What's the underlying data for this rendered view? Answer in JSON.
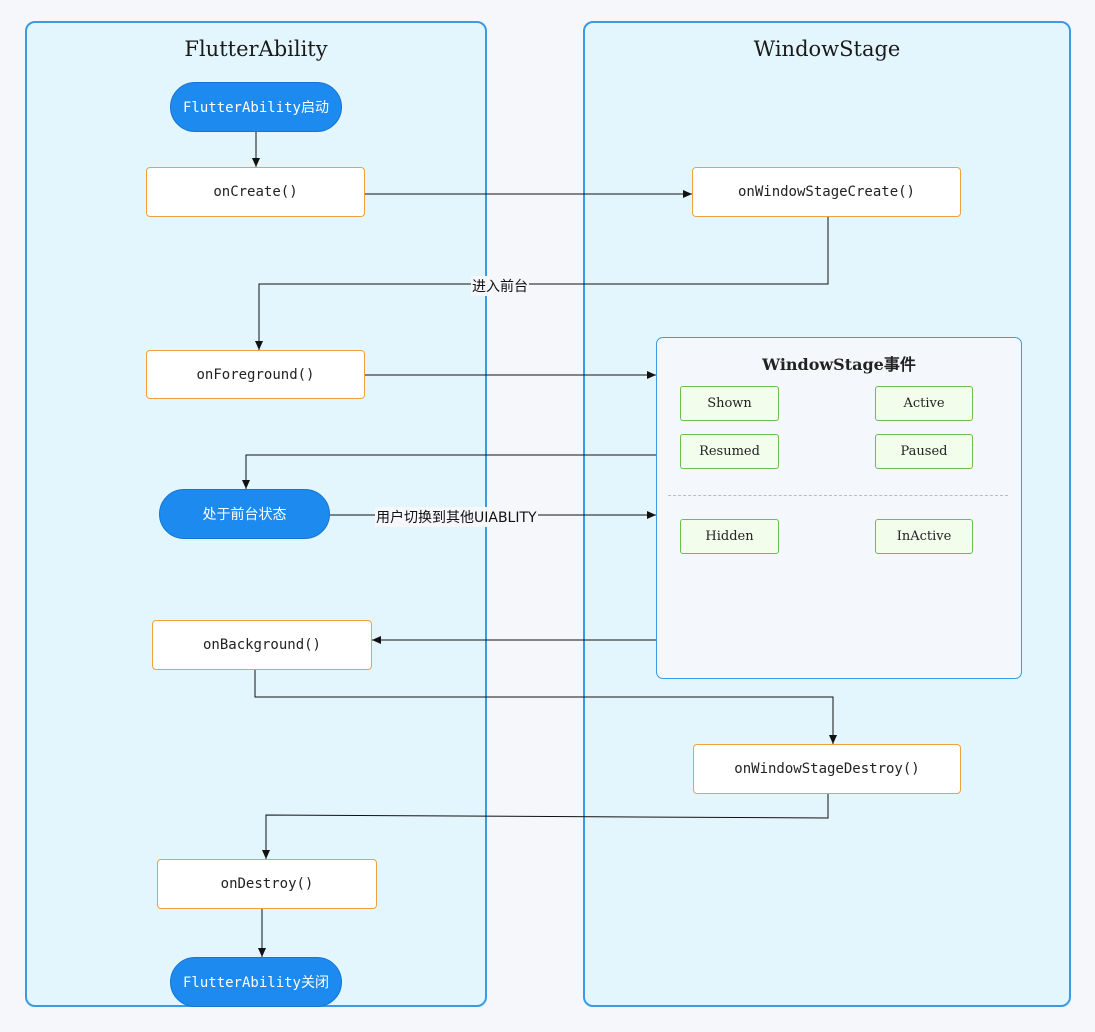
{
  "lanes": {
    "left_title": "FlutterAbility",
    "right_title": "WindowStage"
  },
  "nodes": {
    "start": "FlutterAbility启动",
    "on_create": "onCreate()",
    "on_foreground": "onForeground()",
    "foreground_state": "处于前台状态",
    "on_background": "onBackground()",
    "on_destroy": "onDestroy()",
    "end": "FlutterAbility关闭",
    "on_window_stage_create": "onWindowStageCreate()",
    "on_window_stage_destroy": "onWindowStageDestroy()"
  },
  "events_group": {
    "title": "WindowStage事件",
    "items": [
      "Shown",
      "Active",
      "Resumed",
      "Paused",
      "Hidden",
      "InActive"
    ]
  },
  "edge_labels": {
    "enter_foreground": "进入前台",
    "switch_uiability": "用户切换到其他UIABLITY"
  },
  "colors": {
    "lane_fill": "#e4f6fd",
    "lane_border": "#3a9ae6",
    "pill_fill": "#1d8af0",
    "box_border": "#f0a23a",
    "event_border": "#6cc04a",
    "event_fill": "#f3fdec"
  }
}
